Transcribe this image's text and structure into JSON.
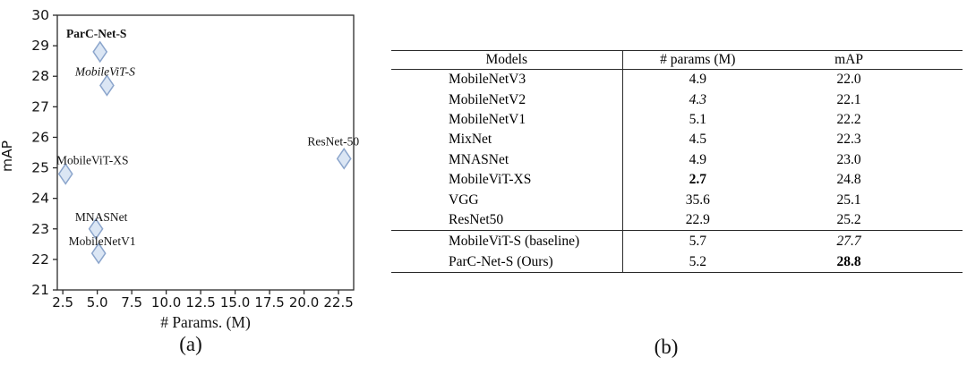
{
  "figure": {
    "caption_a": "(a)",
    "caption_b": "(b)"
  },
  "chart_data": {
    "type": "scatter",
    "title": "",
    "xlabel": "# Params. (M)",
    "ylabel": "mAP",
    "xlim": [
      2.1,
      23.6
    ],
    "ylim": [
      21,
      30
    ],
    "x_ticks": [
      2.5,
      5.0,
      7.5,
      10.0,
      12.5,
      15.0,
      17.5,
      20.0,
      22.5
    ],
    "y_ticks": [
      21,
      22,
      23,
      24,
      25,
      26,
      27,
      28,
      29,
      30
    ],
    "grid": "off",
    "legend": "none",
    "marker": {
      "shape": "thin-diamond",
      "fill": "#dbe6f4",
      "stroke": "#8ba5cc"
    },
    "points": [
      {
        "label": "ParC-Net-S",
        "x": 5.2,
        "y": 28.8,
        "label_style": "bold",
        "label_dx": -4,
        "label_dy": -20
      },
      {
        "label": "MobileViT-S",
        "x": 5.7,
        "y": 27.7,
        "label_style": "italic",
        "label_dx": -2,
        "label_dy": -15
      },
      {
        "label": "MobileViT-XS",
        "x": 2.7,
        "y": 24.8,
        "label_style": "normal",
        "label_dx": 30,
        "label_dy": -15
      },
      {
        "label": "MNASNet",
        "x": 4.9,
        "y": 23.0,
        "label_style": "normal",
        "label_dx": 6,
        "label_dy": -13
      },
      {
        "label": "MobileNetV1",
        "x": 5.1,
        "y": 22.2,
        "label_style": "normal",
        "label_dx": 4,
        "label_dy": -13
      },
      {
        "label": "ResNet-50",
        "x": 22.9,
        "y": 25.3,
        "label_style": "normal",
        "label_dx": -12,
        "label_dy": -19
      }
    ]
  },
  "table": {
    "headers": {
      "model": "Models",
      "params": "# params (M)",
      "map": "mAP"
    },
    "rows": [
      {
        "model": "MobileNetV3",
        "params": "4.9",
        "map": "22.0",
        "params_style": "normal",
        "map_style": "normal",
        "group": "main"
      },
      {
        "model": "MobileNetV2",
        "params": "4.3",
        "map": "22.1",
        "params_style": "italic",
        "map_style": "normal",
        "group": "main"
      },
      {
        "model": "MobileNetV1",
        "params": "5.1",
        "map": "22.2",
        "params_style": "normal",
        "map_style": "normal",
        "group": "main"
      },
      {
        "model": "MixNet",
        "params": "4.5",
        "map": "22.3",
        "params_style": "normal",
        "map_style": "normal",
        "group": "main"
      },
      {
        "model": "MNASNet",
        "params": "4.9",
        "map": "23.0",
        "params_style": "normal",
        "map_style": "normal",
        "group": "main"
      },
      {
        "model": "MobileViT-XS",
        "params": "2.7",
        "map": "24.8",
        "params_style": "bold",
        "map_style": "normal",
        "group": "main"
      },
      {
        "model": "VGG",
        "params": "35.6",
        "map": "25.1",
        "params_style": "normal",
        "map_style": "normal",
        "group": "main"
      },
      {
        "model": "ResNet50",
        "params": "22.9",
        "map": "25.2",
        "params_style": "normal",
        "map_style": "normal",
        "group": "main"
      },
      {
        "model": "MobileViT-S (baseline)",
        "params": "5.7",
        "map": "27.7",
        "params_style": "normal",
        "map_style": "italic",
        "group": "ours"
      },
      {
        "model": "ParC-Net-S (Ours)",
        "params": "5.2",
        "map": "28.8",
        "params_style": "normal",
        "map_style": "bold",
        "group": "ours"
      }
    ]
  }
}
